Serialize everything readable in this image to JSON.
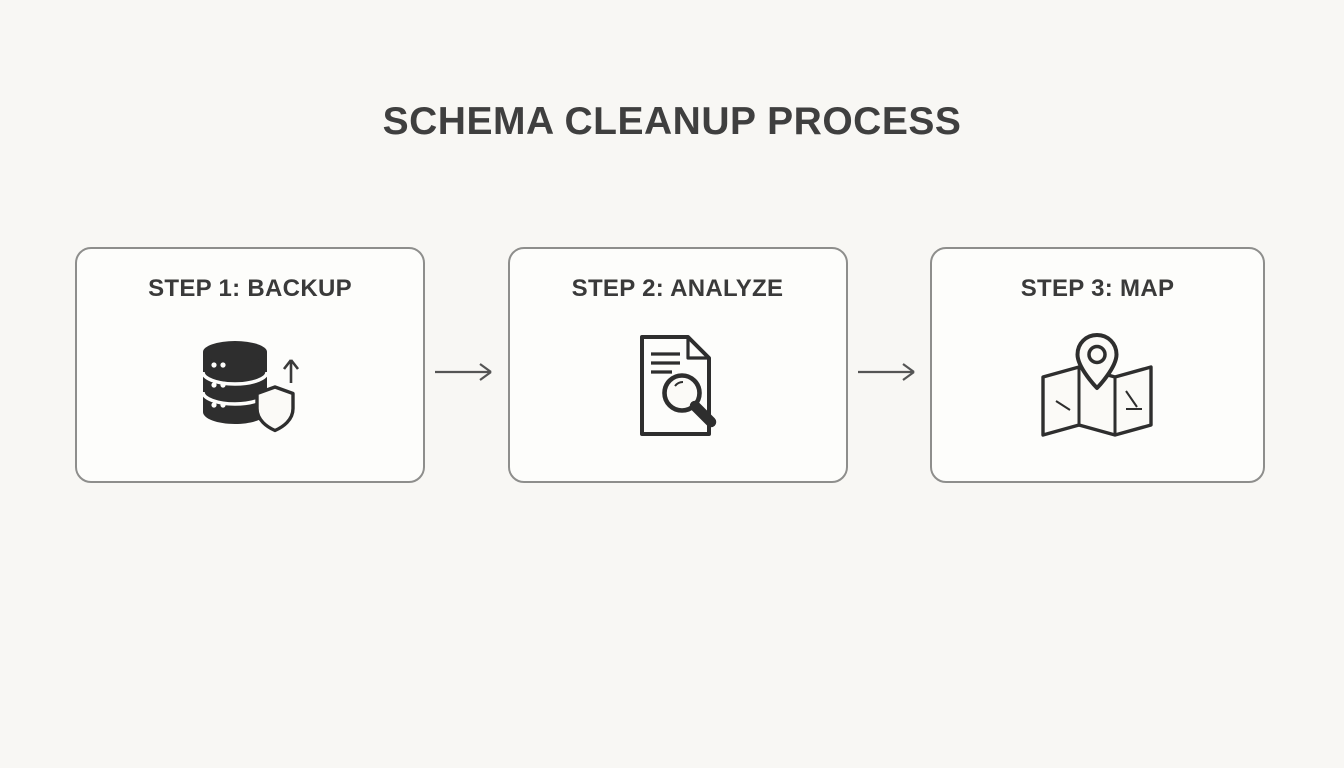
{
  "title": "SCHEMA CLEANUP PROCESS",
  "steps": [
    {
      "label": "STEP 1: BACKUP",
      "icon": "database-shield-upload-icon"
    },
    {
      "label": "STEP 2: ANALYZE",
      "icon": "document-magnifier-icon"
    },
    {
      "label": "STEP 3: MAP",
      "icon": "map-location-pin-icon"
    }
  ],
  "connectors": [
    {
      "icon": "right-arrow-icon"
    },
    {
      "icon": "right-arrow-icon"
    }
  ],
  "colors": {
    "background": "#f8f7f4",
    "box_background": "#fdfdfb",
    "box_border": "#8e8e8c",
    "text": "#3a3a3a",
    "icon": "#2e2e2e",
    "arrow": "#555555"
  }
}
